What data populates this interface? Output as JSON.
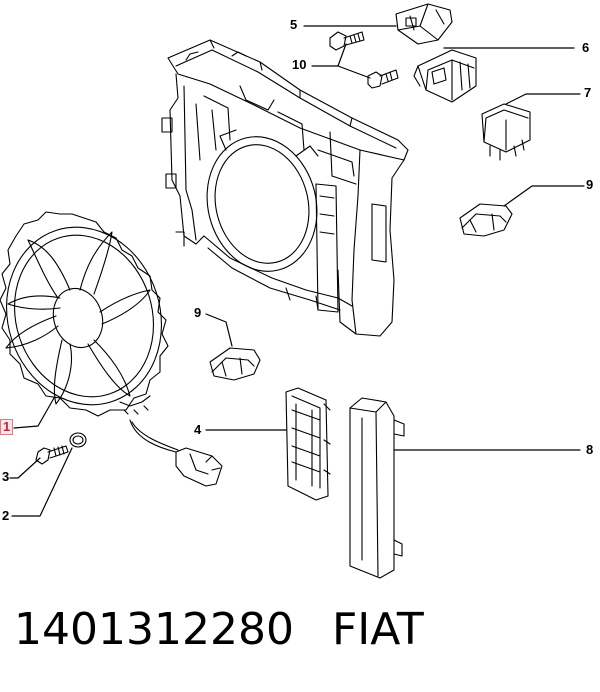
{
  "callouts": {
    "c1": "1",
    "c2": "2",
    "c3": "3",
    "c4": "4",
    "c5": "5",
    "c6": "6",
    "c7": "7",
    "c8": "8",
    "c9a": "9",
    "c9b": "9",
    "c10": "10"
  },
  "footer": {
    "part_number": "1401312280",
    "brand": "FIAT"
  },
  "colors": {
    "line": "#000000",
    "highlight_box": "#e07a8a"
  }
}
